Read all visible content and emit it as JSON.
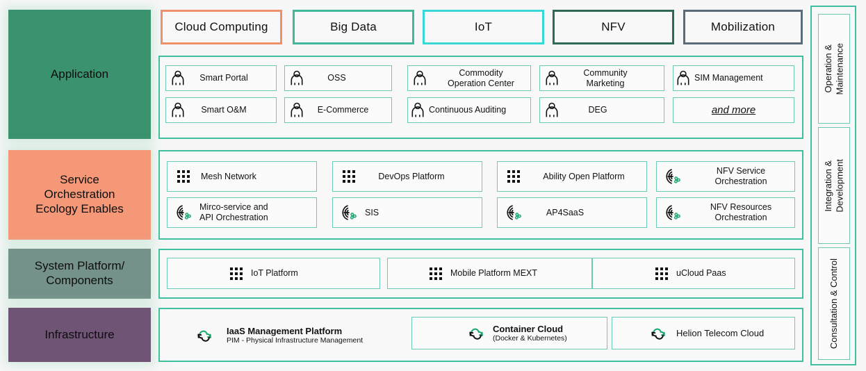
{
  "layers": [
    {
      "name": "Application",
      "color": "#3a926e"
    },
    {
      "name": "Service\nOrchestration\nEcology Enables",
      "color": "#f59878"
    },
    {
      "name": "System Platform/\nComponents",
      "color": "#74928a"
    },
    {
      "name": "Infrastructure",
      "color": "#6f5476"
    }
  ],
  "categories": [
    {
      "label": "Cloud Computing",
      "color": "#f0906b"
    },
    {
      "label": "Big Data",
      "color": "#3fb89b"
    },
    {
      "label": "IoT",
      "color": "#3ad7d7"
    },
    {
      "label": "NFV",
      "color": "#2c6b57"
    },
    {
      "label": "Mobilization",
      "color": "#5b6b78"
    }
  ],
  "application": {
    "row1": [
      {
        "label": "Smart Portal",
        "icon": "person-icon"
      },
      {
        "label": "OSS",
        "icon": "person-icon"
      },
      {
        "label": "Commodity\nOperation Center",
        "icon": "person-icon"
      },
      {
        "label": "Community\nMarketing",
        "icon": "person-icon"
      },
      {
        "label": "SIM Management",
        "icon": "person-icon"
      }
    ],
    "row2": [
      {
        "label": "Smart O&M",
        "icon": "person-icon"
      },
      {
        "label": "E-Commerce",
        "icon": "person-icon"
      },
      {
        "label": "Continuous Auditing",
        "icon": "person-icon"
      },
      {
        "label": "DEG",
        "icon": "person-icon"
      },
      {
        "label": "and more",
        "icon": "none"
      }
    ]
  },
  "service_orchestration": {
    "row1": [
      {
        "label": "Mesh Network",
        "icon": "grid-dots-icon"
      },
      {
        "label": "DevOps Platform",
        "icon": "grid-dots-icon"
      },
      {
        "label": "Ability Open Platform",
        "icon": "grid-dots-icon"
      },
      {
        "label": "NFV Service\nOrchestration",
        "icon": "orchestration-icon"
      }
    ],
    "row2": [
      {
        "label": "Mirco-service and\nAPI Orchestration",
        "icon": "orchestration-icon"
      },
      {
        "label": "SIS",
        "icon": "orchestration-icon"
      },
      {
        "label": "AP4SaaS",
        "icon": "orchestration-icon"
      },
      {
        "label": "NFV Resources\nOrchestration",
        "icon": "orchestration-icon"
      }
    ]
  },
  "system_platform": {
    "items": [
      {
        "label": "IoT Platform",
        "icon": "grid-dots-icon"
      },
      {
        "label": "Mobile Platform MEXT",
        "icon": "grid-dots-icon"
      },
      {
        "label": "uCloud Paas",
        "icon": "grid-dots-icon"
      }
    ]
  },
  "infrastructure": {
    "items": [
      {
        "title": "IaaS Management Platform",
        "subtitle": "PIM - Physical Infrastructure Management",
        "icon": "cloud-refresh-icon"
      },
      {
        "title": "Container Cloud",
        "subtitle": "(Docker & Kubernetes)",
        "icon": "cloud-refresh-icon"
      },
      {
        "title": "Helion Telecom Cloud",
        "subtitle": "",
        "icon": "cloud-refresh-icon"
      }
    ]
  },
  "side_rail": {
    "cells": [
      {
        "label": "Operation &\nMaintenance"
      },
      {
        "label": "Integration &\nDevelopment"
      },
      {
        "label": "Consultation & Control"
      }
    ]
  },
  "colors": {
    "panel_border": "#3fbfa0",
    "card_border": "#6cc9b4",
    "accent_green": "#18a675",
    "background": "#f7f7f7"
  }
}
